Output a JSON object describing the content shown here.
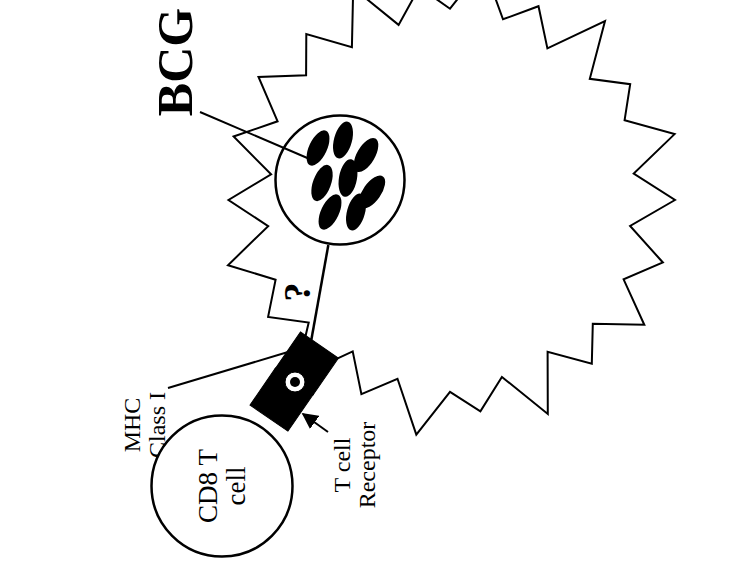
{
  "diagram": {
    "nodes": [
      {
        "text": [
          "BCG"
        ]
      },
      {
        "text": [
          "MHC Class I"
        ]
      },
      {
        "text": [
          "T cell Receptor"
        ]
      },
      {
        "text": [
          "CD8 T cell"
        ]
      }
    ],
    "edges": [
      {
        "from": 0,
        "to": 1,
        "label": "?",
        "arrow": "none"
      }
    ]
  }
}
